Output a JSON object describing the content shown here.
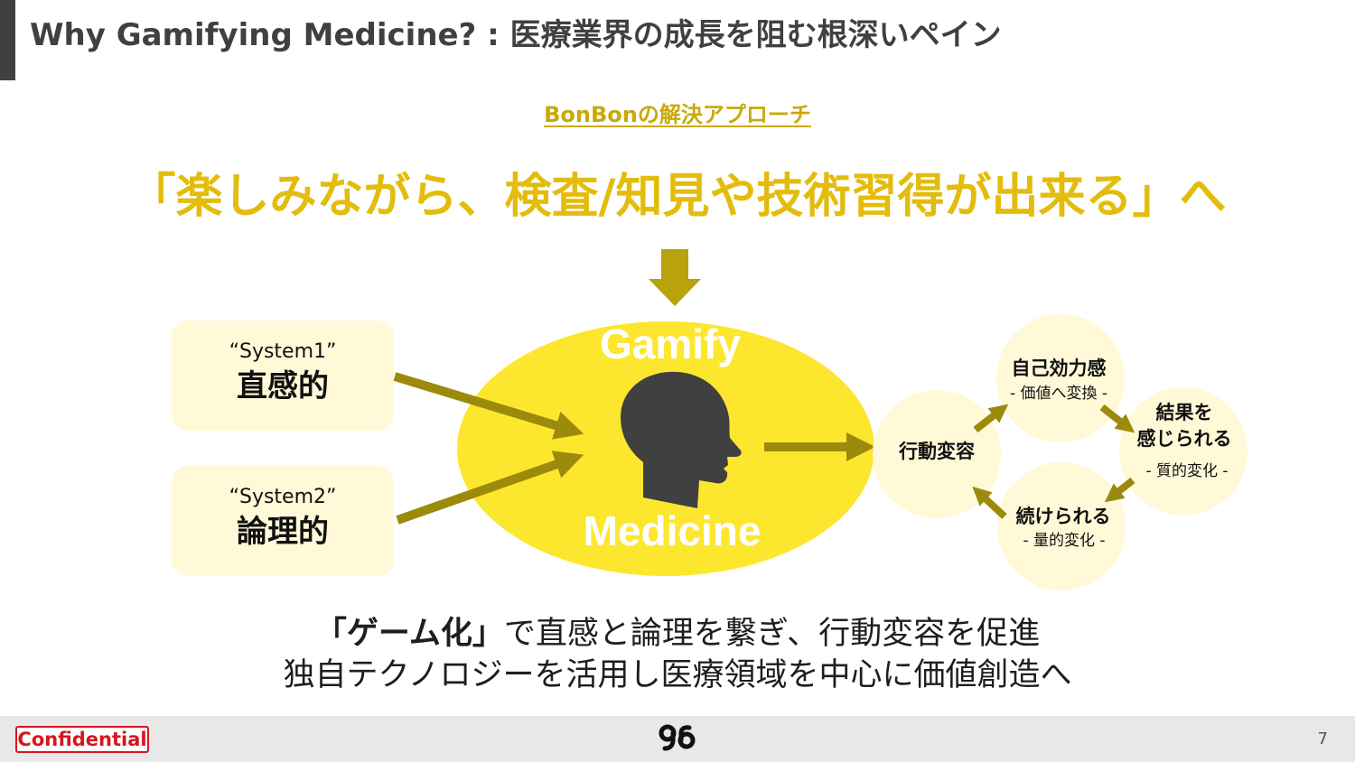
{
  "header": {
    "title": "Why Gamifying Medicine? : 医療業界の成長を阻む根深いペイン"
  },
  "section_label": "BonBonの解決アプローチ",
  "headline": "「楽しみながら、検査/知見や技術習得が出来る」へ",
  "inputs": [
    {
      "name": "“System1”",
      "label": "直感的"
    },
    {
      "name": "“System2”",
      "label": "論理的"
    }
  ],
  "center": {
    "top_label": "Gamify",
    "bottom_label": "Medicine",
    "icon": "head-silhouette-icon"
  },
  "cycle": {
    "start": "行動変容",
    "nodes": [
      {
        "title": "自己効力感",
        "detail": "- 価値へ変換 -"
      },
      {
        "title_line1": "結果を",
        "title_line2": "感じられる",
        "detail": "- 質的変化 -"
      },
      {
        "title": "続けられる",
        "detail": "- 量的変化 -"
      }
    ]
  },
  "caption": {
    "line1_bold": "「ゲーム化」",
    "line1_rest": "で直感と論理を繋ぎ、行動変容を促進",
    "line2": "独自テクノロジーを活用し医療領域を中心に価値創造へ"
  },
  "footer": {
    "confidential": "Confidential",
    "logo": "brand-logo",
    "page_number": "7"
  },
  "colors": {
    "accent_gold": "#e3bc0c",
    "ellipse_yellow": "#fde62e",
    "arrow_olive": "#9b8a0c",
    "circle_cream": "#fff9d8",
    "dark_gray": "#404040",
    "confidential_red": "#d7161c"
  }
}
